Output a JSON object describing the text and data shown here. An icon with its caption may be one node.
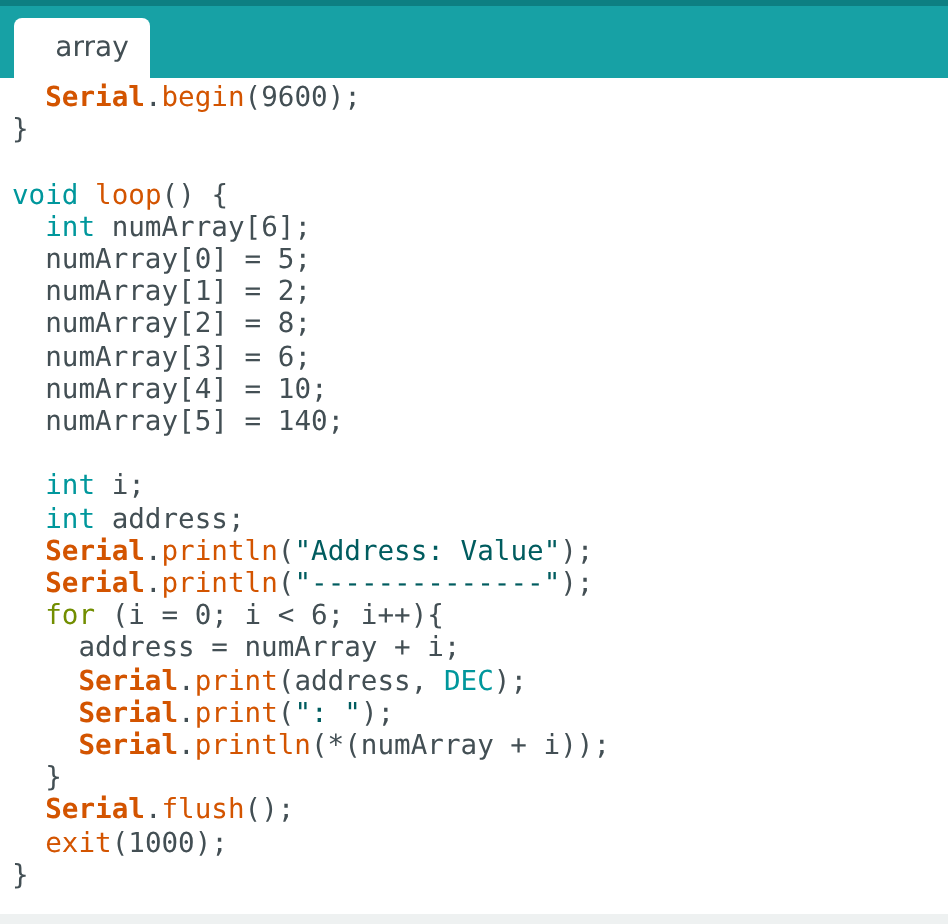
{
  "diagram": {
    "labels": [
      "array",
      "Serial.begin(9600);",
      "}",
      "void loop() {",
      "int numArray[6];",
      "numArray[0] = 5;",
      "numArray[1] = 2;",
      "numArray[2] = 8;",
      "numArray[3] = 6;",
      "numArray[4] = 10;",
      "numArray[5] = 140;",
      "int i;",
      "int address;",
      "Serial.println(\"Address: Value\");",
      "Serial.println(\"--------------\");",
      "for (i = 0; i < 6; i++){",
      "address = numArray + i;",
      "Serial.print(address, DEC);",
      "Serial.print(\": \");",
      "Serial.println(*(numArray + i));",
      "}",
      "Serial.flush();",
      "exit(1000);",
      "}"
    ]
  }
}
